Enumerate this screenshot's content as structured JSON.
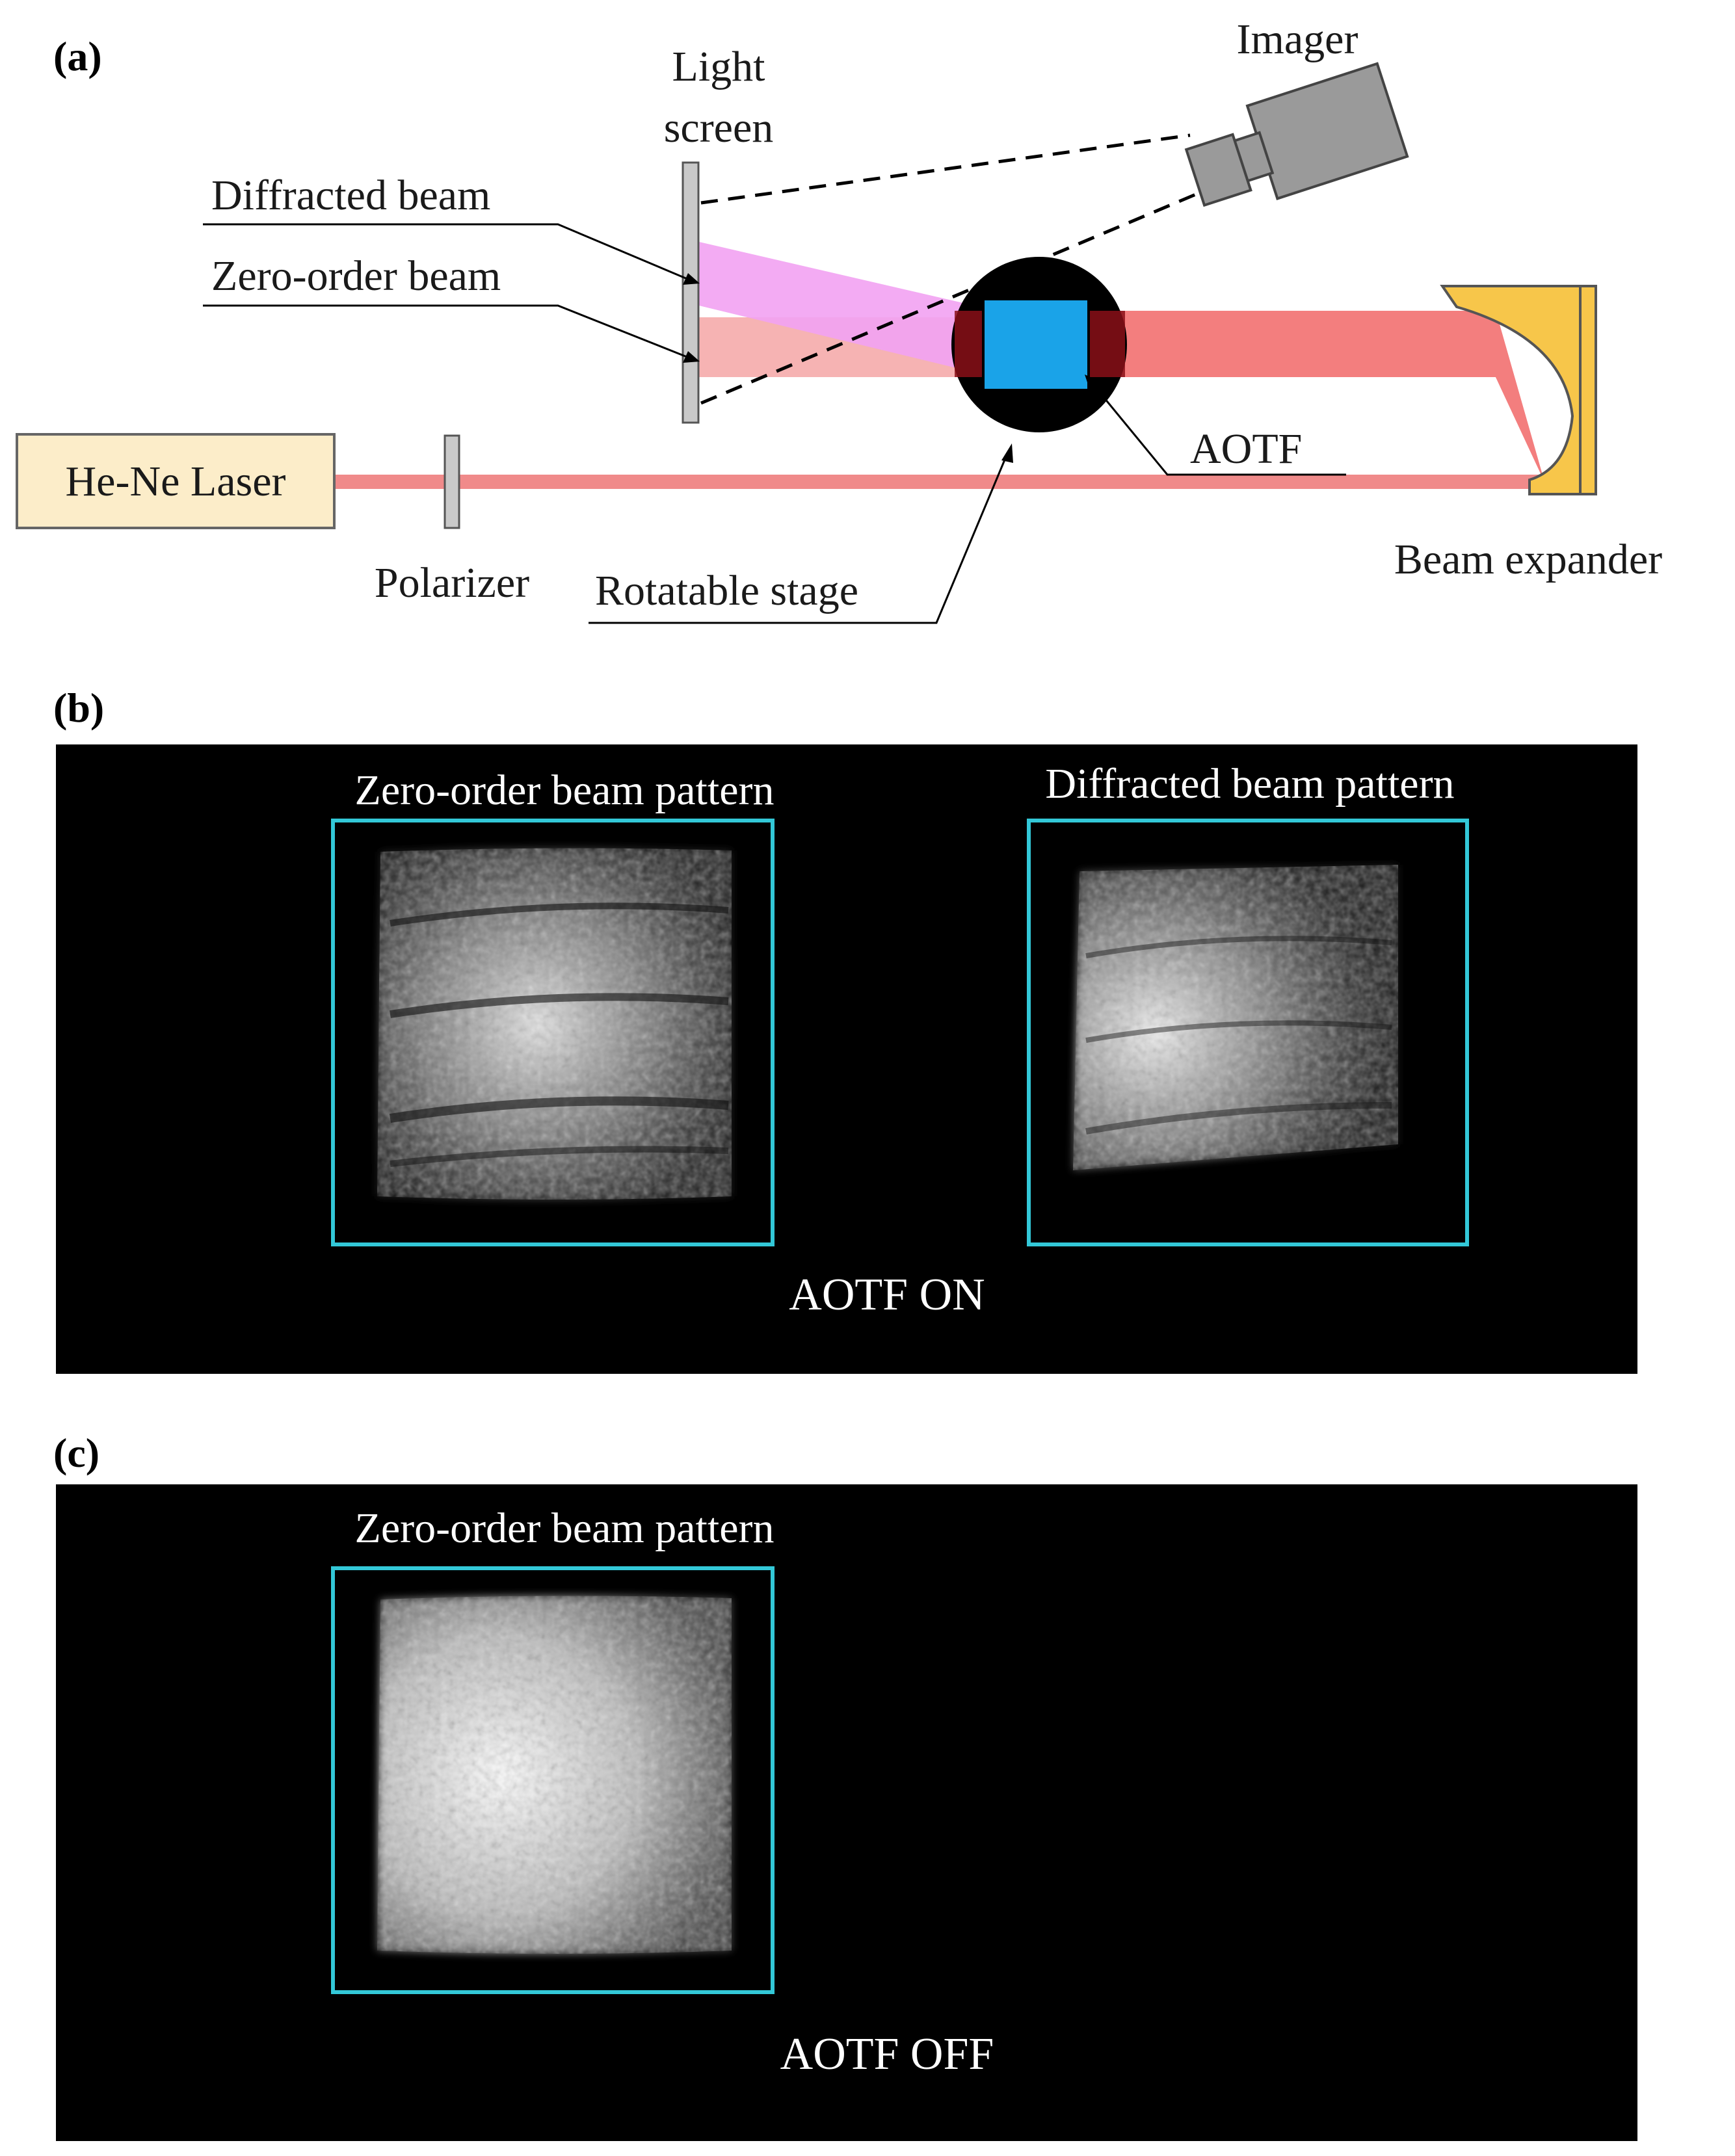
{
  "panels": {
    "a": {
      "label": "(a)"
    },
    "b": {
      "label": "(b)"
    },
    "c": {
      "label": "(c)"
    }
  },
  "setup": {
    "light_screen_line1": "Light",
    "light_screen_line2": "screen",
    "imager": "Imager",
    "diffracted_beam": "Diffracted beam",
    "zero_order_beam": "Zero-order beam",
    "laser": "He-Ne Laser",
    "polarizer": "Polarizer",
    "rotatable_stage": "Rotatable stage",
    "aotf": "AOTF",
    "beam_expander": "Beam expander"
  },
  "patterns_on": {
    "zero_order_title": "Zero-order beam pattern",
    "diffracted_title": "Diffracted beam pattern",
    "status": "AOTF ON"
  },
  "patterns_off": {
    "zero_order_title": "Zero-order beam pattern",
    "status": "AOTF OFF"
  },
  "colors": {
    "beam_red": "#f08a8a",
    "beam_pink": "#f0a0f0",
    "aotf_crystal": "#1aa3e8",
    "expander": "#f7c64a",
    "frame_cyan": "#33c8d8",
    "imager_gray": "#9a9a9a"
  },
  "icons": {
    "imager": "camera-icon",
    "aotf": "crystal-icon"
  }
}
